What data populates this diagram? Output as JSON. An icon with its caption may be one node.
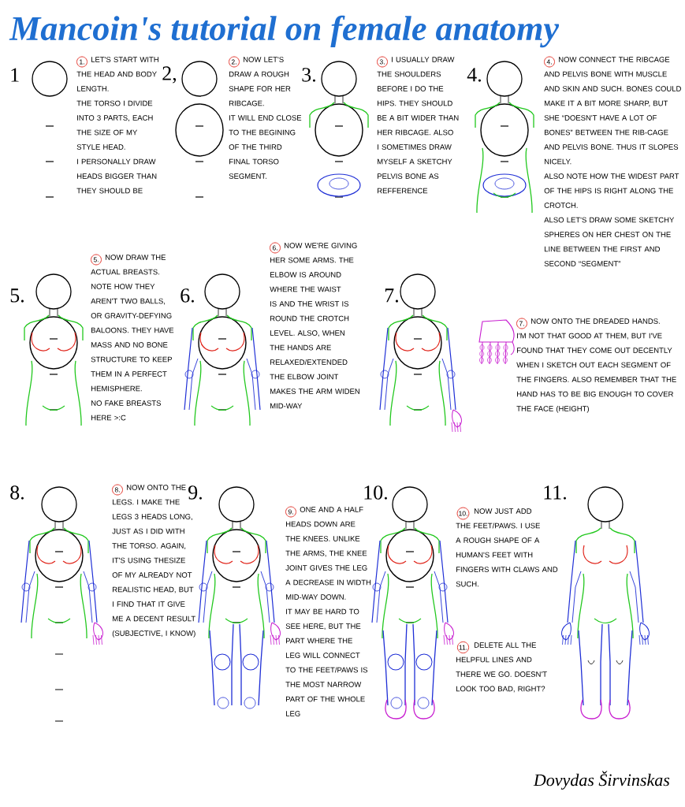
{
  "diagram": {
    "title": "Mancoin's tutorial on female anatomy",
    "labels": [
      "1",
      "1.",
      "LET'S START WITH THE HEAD AND BODY LENGTH.",
      "THE TORSO I DIVIDE INTO 3 PARTS, EACH THE SIZE OF MY STYLE HEAD.",
      "I PERSONALLY DRAW HEADS BIGGER THAN THEY SHOULD BE",
      "2,",
      "2.",
      "NOW LET'S DRAW A ROUGH SHAPE FOR HER RIBCAGE.",
      "IT WILL END CLOSE TO THE BEGINING OF THE THIRD FINAL TORSO SEGMENT.",
      "3.",
      "3.",
      "I USUALLY DRAW THE SHOULDERS BEFORE I DO THE HIPS. THEY SHOULD BE A BIT WIDER THAN HER RIBCAGE. ALSO I SOMETIMES DRAW MYSELF A SKETCHY PELVIS BONE AS REFFERENCE",
      "4.",
      "4.",
      "NOW CONNECT THE RIBCAGE AND PELVIS BONE WITH MUSCLE AND SKIN AND SUCH. BONES COULD MAKE IT A BIT MORE SHARP, BUT SHE “DOESN'T HAVE A LOT OF BONES” BETWEEN THE RIB-CAGE AND PELVIS BONE. THUS IT SLOPES NICELY.",
      "ALSO NOTE HOW THE WIDEST PART OF THE HIPS IS RIGHT ALONG THE CROTCH.",
      "ALSO LET'S DRAW SOME SKETCHY SPHERES ON HER CHEST ON THE LINE BETWEEN THE FIRST AND SECOND “SEGMENT”",
      "5.",
      "5.",
      "NOW DRAW THE ACTUAL BREASTS. NOTE HOW THEY AREN'T TWO BALLS, OR GRAVITY-DEFYING BALOONS. THEY HAVE MASS AND NO BONE STRUCTURE TO KEEP THEM IN A PERFECT HEMISPHERE.",
      "NO FAKE BREASTS HERE >:C",
      "6.",
      "6.",
      "NOW WE'RE GIVING HER SOME ARMS. THE ELBOW IS AROUND WHERE THE WAIST IS AND THE WRIST IS ROUND THE CROTCH LEVEL. ALSO, WHEN THE HANDS ARE RELAXED/EXTENDED THE ELBOW JOINT MAKES THE ARM WIDEN MID-WAY",
      "7.",
      "7.",
      "NOW ONTO THE DREADED HANDS. I'M NOT THAT GOOD AT THEM, BUT I'VE FOUND THAT THEY COME OUT DECENTLY WHEN I SKETCH OUT EACH SEGMENT OF THE FINGERS. ALSO REMEMBER THAT THE HAND HAS TO BE BIG ENOUGH TO COVER THE FACE (HEIGHT)",
      "8.",
      "8.",
      "NOW ONTO THE LEGS. I MAKE THE LEGS 3 HEADS LONG, JUST AS I DID WITH THE TORSO. AGAIN, IT'S USING THESIZE OF MY ALREADY NOT REALISTIC HEAD, BUT I FIND THAT IT GIVE ME A DECENT RESULT (SUBJECTIVE, I KNOW)",
      "9.",
      "9.",
      "ONE AND A HALF HEADS DOWN ARE THE KNEES. UNLIKE THE ARMS, THE KNEE JOINT GIVES THE LEG A DECREASE IN WIDTH MID-WAY DOWN.",
      "IT MAY BE HARD TO SEE HERE, BUT THE PART WHERE THE LEG WILL CONNECT TO THE FEET/PAWS IS THE MOST NARROW PART OF THE WHOLE LEG",
      "10.",
      "10.",
      "NOW JUST ADD THE FEET/PAWS. I USE A ROUGH SHAPE OF A HUMAN'S FEET WITH FINGERS WITH CLAWS AND SUCH.",
      "11.",
      "11.",
      "DELETE ALL THE HELPFUL LINES AND THERE WE GO. DOESN'T LOOK TOO BAD, RIGHT?",
      "Dovydas Širvinskas"
    ]
  }
}
